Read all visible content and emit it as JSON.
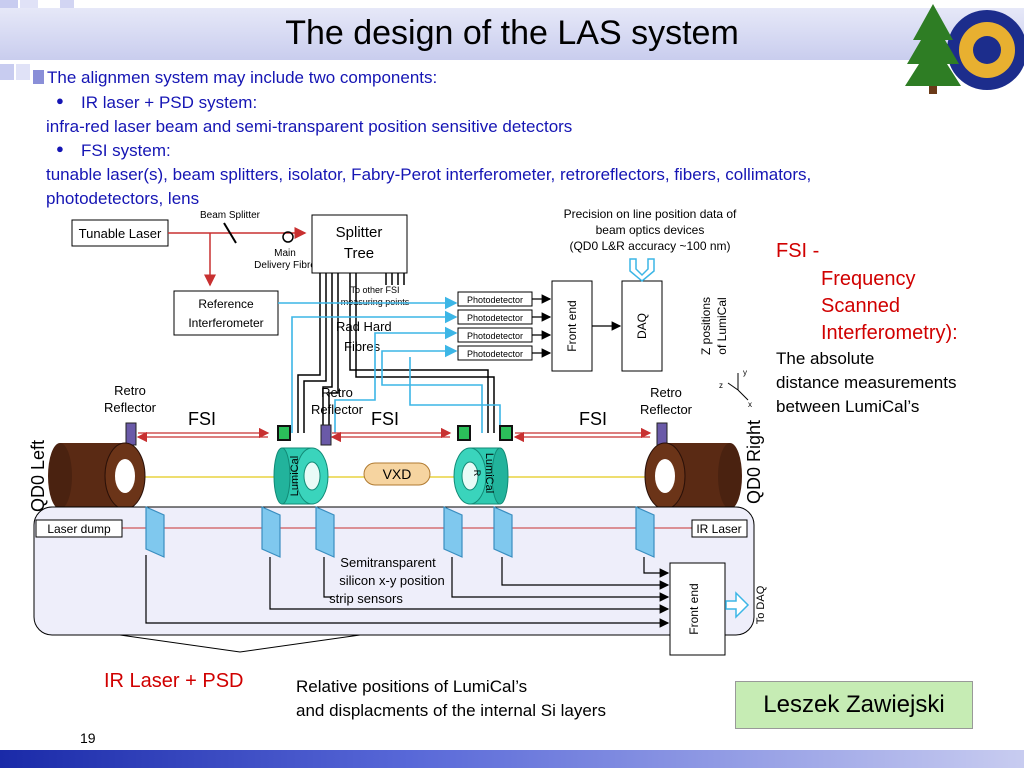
{
  "slide": {
    "title": "The design of the LAS system",
    "page_number": "19",
    "author": "Leszek Zawiejski"
  },
  "body": {
    "intro": "The alignmen system may include two components:",
    "bullet1": "IR laser + PSD system:",
    "line_ir": "infra-red laser beam and semi-transparent position sensitive detectors",
    "bullet2": "FSI  system:",
    "line_fsi_1": "tunable laser(s),   beam splitters, isolator, Fabry-Perot interferometer, retroreflectors,  fibers, collimators,",
    "line_fsi_2": "photodetectors, lens",
    "bullet_glyph": "●"
  },
  "side_note": {
    "fsi_head": "FSI -",
    "fsi_l1": "Frequency",
    "fsi_l2": "Scanned",
    "fsi_l3": "Interferometry):",
    "desc1": "The absolute",
    "desc2": "distance measurements",
    "desc3": " between LumiCal’s"
  },
  "captions": {
    "ir_psd": "IR Laser + PSD",
    "rel1": "Relative positions of  LumiCal’s",
    "rel2": "and displacments of the internal Si layers"
  },
  "diagram": {
    "tunable_laser": "Tunable Laser",
    "beam_splitter": "Beam Splitter",
    "main_fibre_1": "Main",
    "main_fibre_2": "Delivery Fibre",
    "splitter_1": "Splitter",
    "splitter_2": "Tree",
    "to_other_1": "To other FSI",
    "to_other_2": "measuring points",
    "ref_1": "Reference",
    "ref_2": "Interferometer",
    "rad_1": "Rad Hard",
    "rad_2": "Fibres",
    "photodetector": "Photodetector",
    "front_end": "Front end",
    "daq": "DAQ",
    "prec_1": "Precision on line position data of",
    "prec_2": "beam optics devices",
    "prec_3": "(QD0 L&R accuracy ~100 nm)",
    "zpos_1": "Z positions",
    "zpos_2": "of  LumiCal",
    "retro_1": "Retro",
    "retro_2": "Reflector",
    "fsi": "FSI",
    "vxd": "VXD",
    "lumical": "LumiCal",
    "r_letter": "R",
    "qd0_left": "QD0 Left",
    "qd0_right": "QD0 Right",
    "laser_dump": "Laser dump",
    "ir_laser": "IR Laser",
    "semi_1": "Semitransparent",
    "semi_2": "silicon x-y position",
    "semi_3": "strip sensors",
    "front_end_2": "Front end",
    "to_daq": "To DAQ",
    "axis_x": "x",
    "axis_y": "y",
    "axis_z": "z"
  },
  "colors": {
    "title_text": "#000000",
    "body_text": "#1515b4",
    "red_text": "#d00000",
    "author_bg": "#c6ecb4",
    "fibre_blue": "#3cb6e6",
    "teal": "#2ec9b0",
    "magnet_brown": "#5a2a14"
  }
}
